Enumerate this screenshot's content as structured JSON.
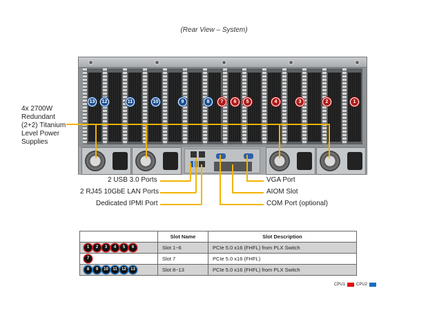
{
  "caption": "(Rear View – System)",
  "callouts": {
    "psu": [
      "4x 2700W",
      "Redundant",
      "(2+2) Titanium",
      "Level Power",
      "Supplies"
    ],
    "usb": "2 USB 3.0 Ports",
    "lan": "2 RJ45 10GbE LAN Ports",
    "ipmi": "Dedicated IPMI  Port",
    "vga": "VGA Port",
    "aiom": "AIOM Slot",
    "com": "COM Port (optional)"
  },
  "slot_badges": {
    "cpu1": [
      "1",
      "2",
      "3",
      "4",
      "5",
      "6",
      "7"
    ],
    "cpu2": [
      "8",
      "9",
      "10",
      "11",
      "12",
      "13"
    ]
  },
  "table": {
    "headers": [
      "",
      "Slot Name",
      "Slot Description"
    ],
    "rows": [
      {
        "slots": [
          "1",
          "2",
          "3",
          "4",
          "5",
          "6"
        ],
        "cpu": "cpu1",
        "name": "Slot 1~6",
        "description": "PCIe 5.0 x16 (FHFL) from PLX Switch"
      },
      {
        "slots": [
          "7"
        ],
        "cpu": "cpu1",
        "name": "Slot 7",
        "description": "PCIe 5.0 x16 (FHFL)"
      },
      {
        "slots": [
          "8",
          "9",
          "10",
          "11",
          "12",
          "13"
        ],
        "cpu": "cpu2",
        "name": "Slot 8~13",
        "description": "PCIe 5.0 x16 (FHFL) from PLX Switch"
      }
    ]
  },
  "legend": [
    {
      "label": "CPU1",
      "color": "#e01010"
    },
    {
      "label": "CPU2",
      "color": "#1a6fc2"
    }
  ],
  "colors": {
    "callout_line": "#f2b400",
    "cpu1": "#d21f1f",
    "cpu2": "#1f73c0"
  }
}
